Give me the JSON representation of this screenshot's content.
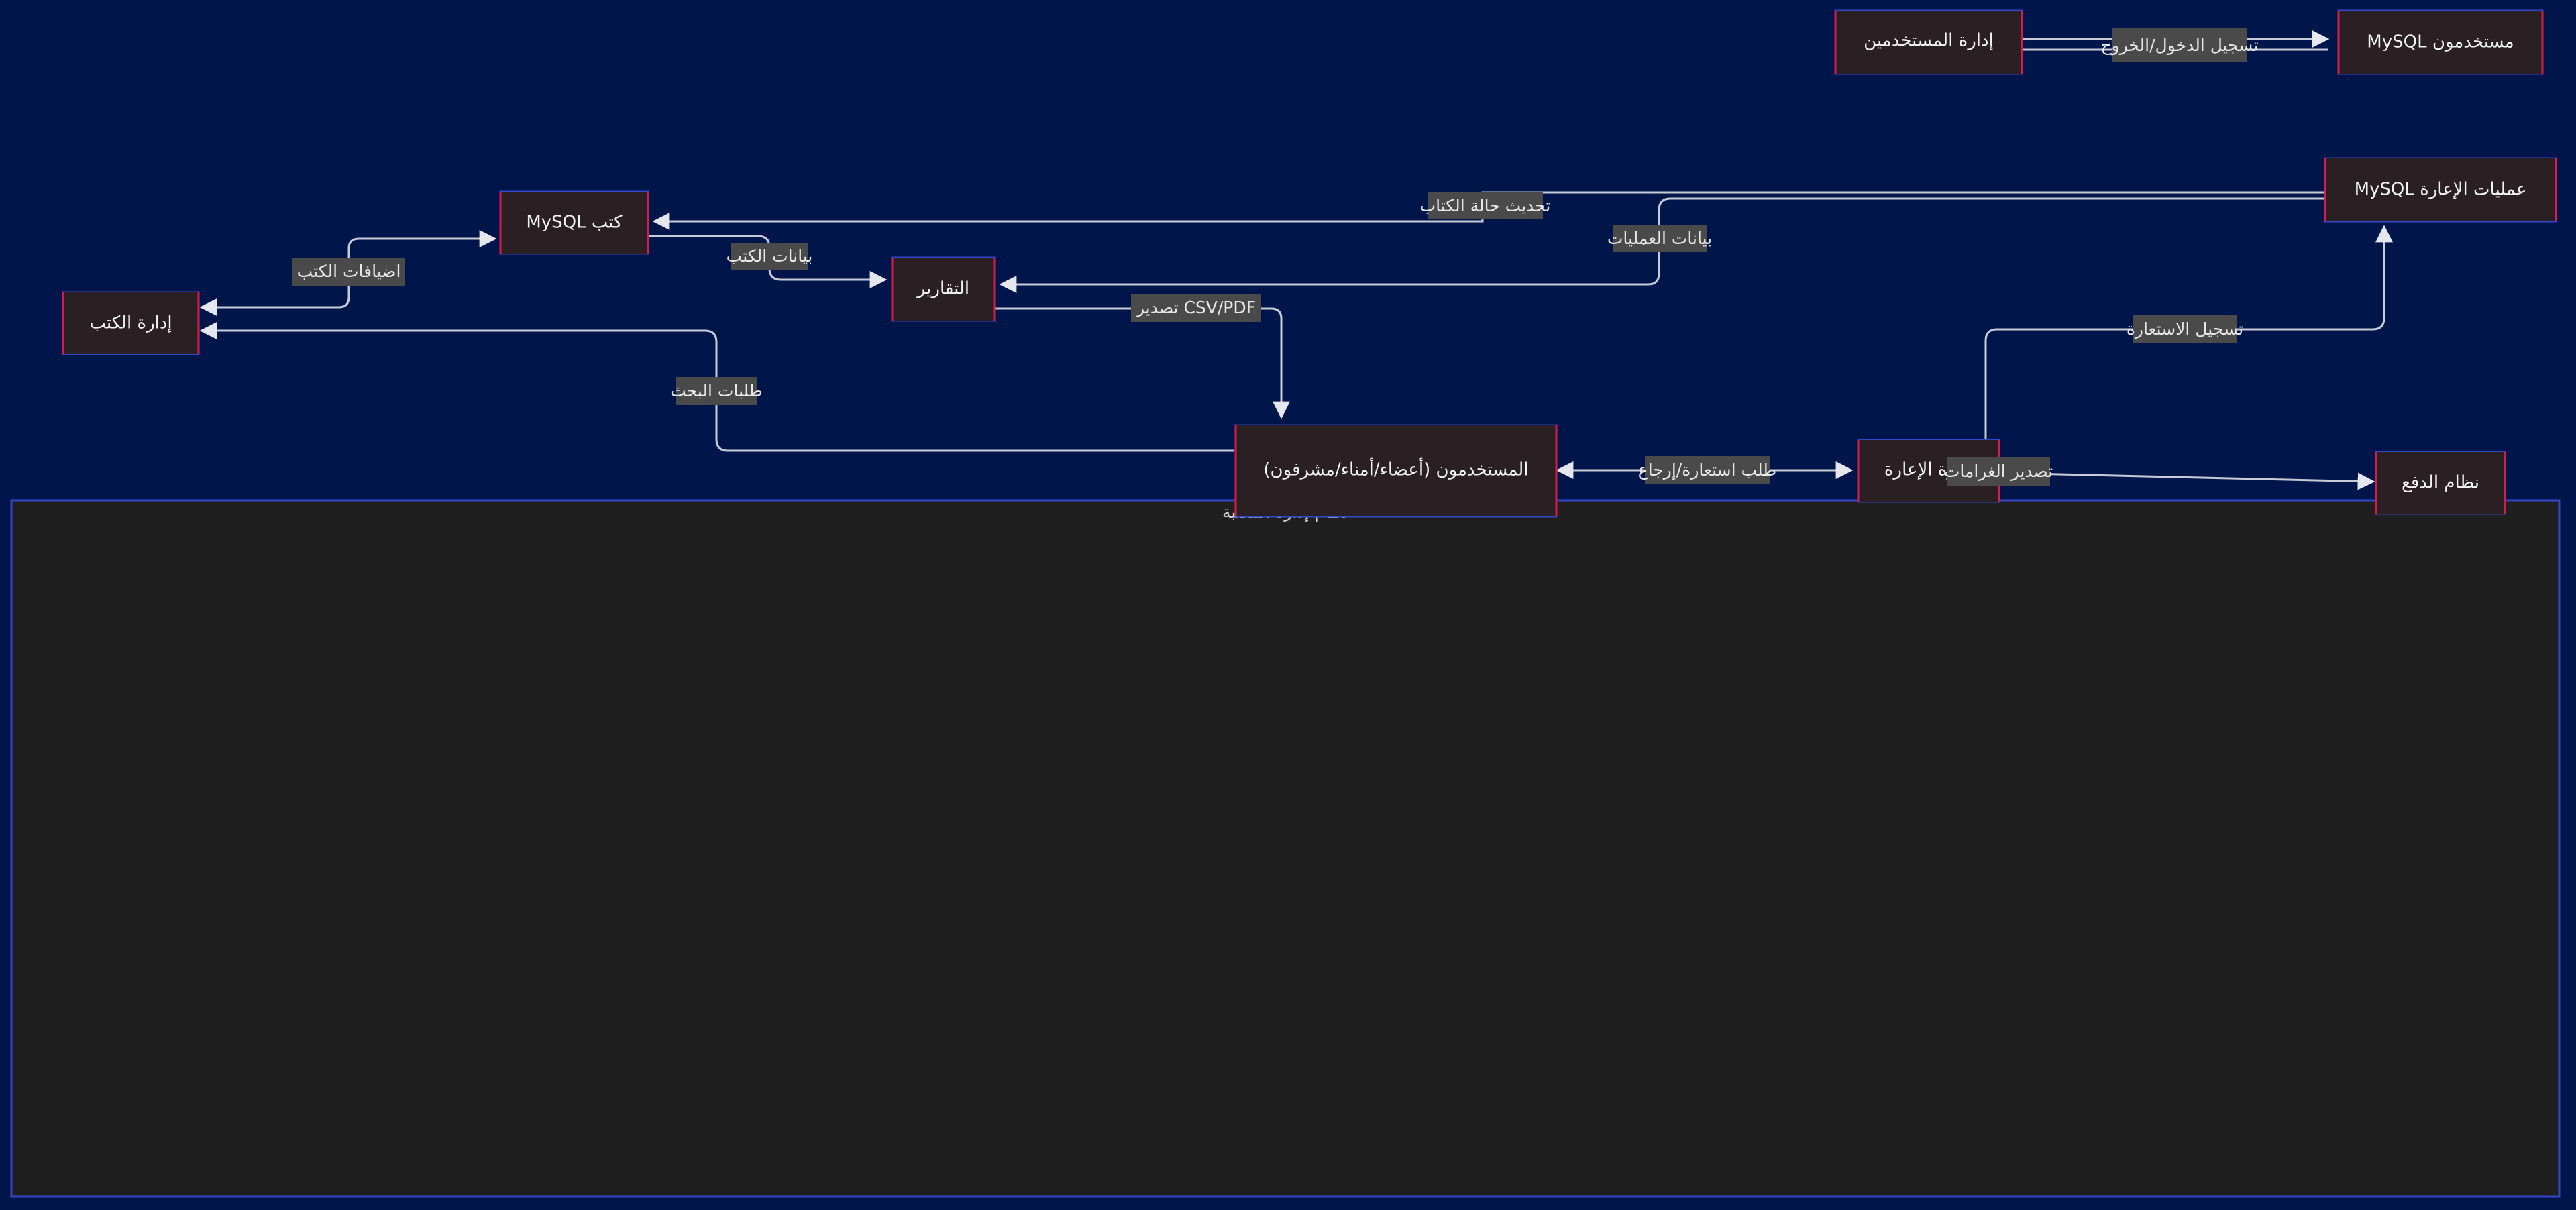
{
  "diagram": {
    "cluster_label": "نظام إدارة المكتبة",
    "colors": {
      "background": "#00154a",
      "node_fill": "#2a1f22",
      "node_border_a": "#3346c7",
      "node_border_b": "#d81b4c",
      "cluster_fill": "#1f1f1f",
      "edge": "#c9ccd6",
      "label_bg": "#4a4a4a"
    },
    "nodes": {
      "users_mgmt": "إدارة المستخدمين",
      "mysql_users": "MySQL مستخدمون",
      "mysql_loans": "MySQL عمليات الإعارة",
      "mysql_books": "MySQL كتب",
      "books_mgmt": "إدارة الكتب",
      "reports": "التقارير",
      "users": "المستخدمون (أعضاء/أمناء/مشرفون)",
      "loans_mgmt": "إدارة الإعارة",
      "payment": "نظام الدفع"
    },
    "edge_labels": {
      "login_logout": "تسجيل الدخول/الخروج",
      "update_book_status": "تحديث حالة الكتاب",
      "transactions_data": "بيانات العمليات",
      "books_data": "بيانات الكتب",
      "book_additions": "اضيافات الكتب",
      "export_csv_pdf": "تصدير CSV/PDF",
      "search_requests": "طلبات البحث",
      "borrow_return_request": "طلب استعارة/إرجاع",
      "record_borrow": "تسجيل الاستعارة",
      "export_fines": "تصدير الغرامات"
    }
  }
}
